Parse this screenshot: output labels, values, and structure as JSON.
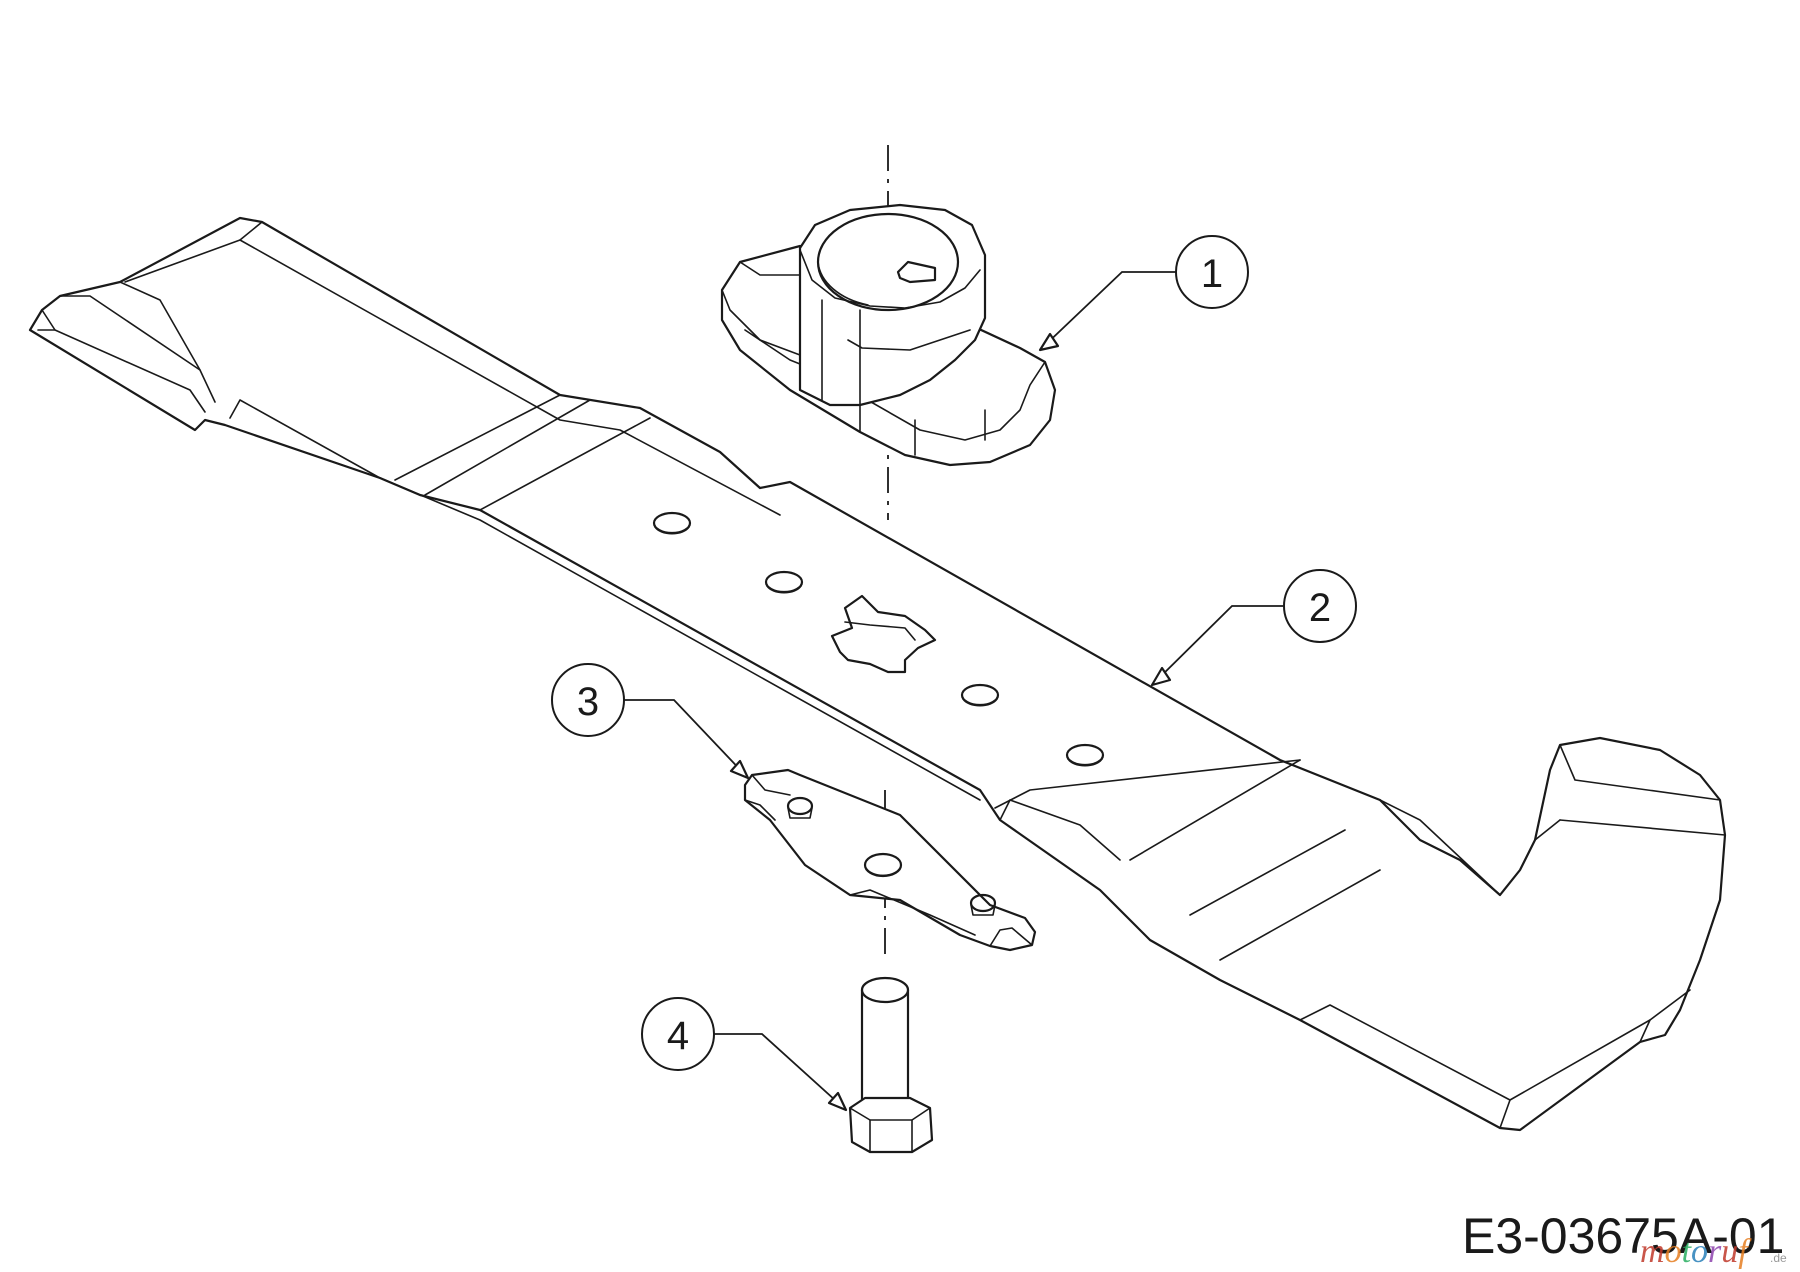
{
  "callouts": [
    {
      "label": "1",
      "part": "blade-adapter"
    },
    {
      "label": "2",
      "part": "mower-blade"
    },
    {
      "label": "3",
      "part": "washer-plate"
    },
    {
      "label": "4",
      "part": "blade-bolt"
    }
  ],
  "reference_code": "E3-03675A-01",
  "watermark": {
    "text": "motoruf",
    "suffix": ".de",
    "letter_colors": [
      "#c0392b",
      "#e67e22",
      "#27ae60",
      "#2980b9",
      "#8e44ad",
      "#c0392b",
      "#e67e22"
    ]
  }
}
